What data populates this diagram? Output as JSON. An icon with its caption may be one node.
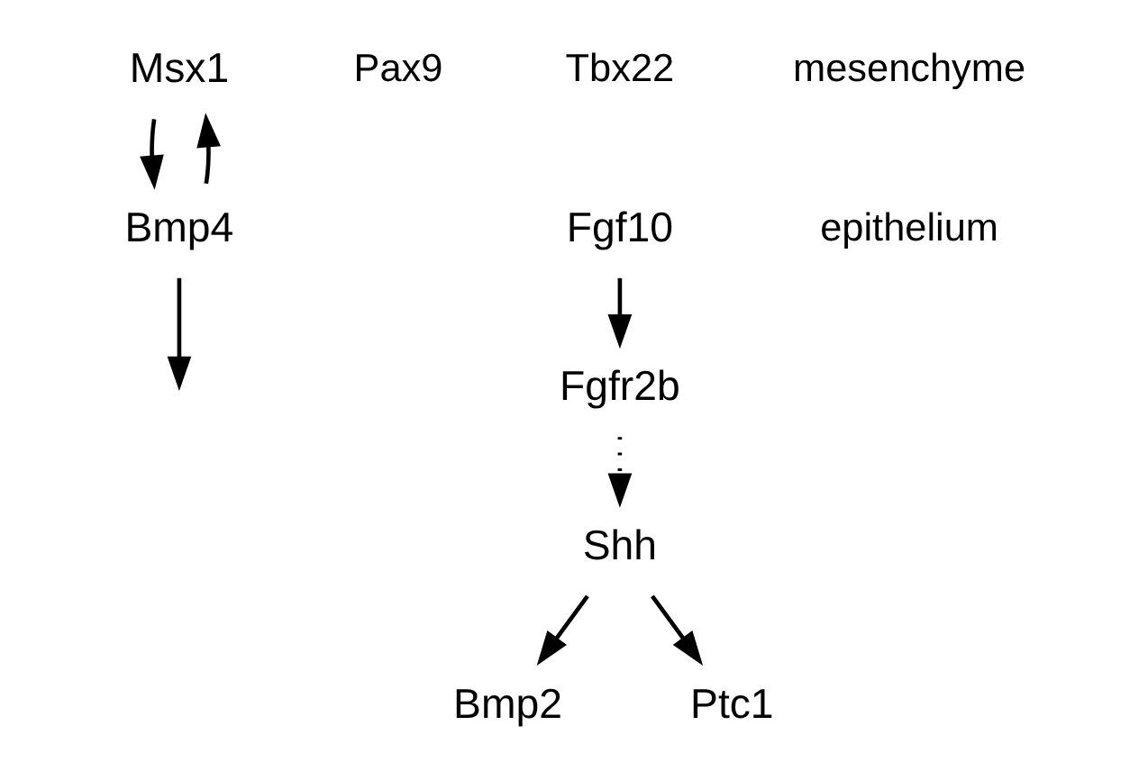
{
  "diagram": {
    "nodes": [
      {
        "text": [
          "Msx1"
        ]
      },
      {
        "text": [
          "Bmp4"
        ]
      },
      {
        "text": [
          "Bmp2"
        ]
      },
      {
        "text": [
          "Ptc1"
        ]
      },
      {
        "text": [
          "Fgf10"
        ]
      },
      {
        "text": [
          "Shh"
        ]
      },
      {
        "text": [
          "Fgfr2b"
        ]
      }
    ],
    "edges": [
      {
        "from": 1,
        "to": 0,
        "arrow": "to"
      },
      {
        "from": 0,
        "to": 1,
        "arrow": "to"
      },
      {
        "from": 5,
        "to": 3,
        "arrow": "to"
      },
      {
        "from": 5,
        "to": 2,
        "arrow": "to"
      },
      {
        "from": 1,
        "to": null,
        "arrow": "to"
      },
      {
        "from": 4,
        "to": 6,
        "arrow": "to"
      },
      {
        "from": 6,
        "to": 5,
        "arrow": "to",
        "style": "dashed"
      }
    ],
    "labels": [
      "Pax9",
      "Tbx22",
      "mesenchyme",
      "epithelium"
    ]
  }
}
